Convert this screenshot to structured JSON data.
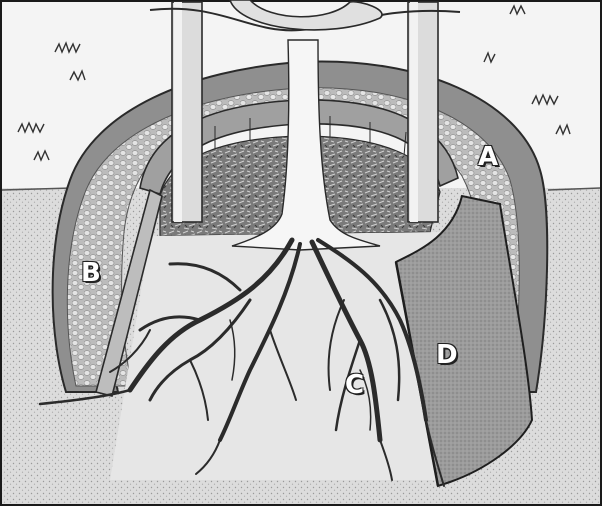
{
  "labels": {
    "a": "A",
    "b": "B",
    "c": "C",
    "d": "D"
  },
  "colors": {
    "frame": "#1a1a1a",
    "sky": "#f2f2f2",
    "soil": "#d9d9d9",
    "mound": "#9a9a9a",
    "gravel": "#cfcfcf",
    "mulch": "#6e6e6e",
    "root": "#2b2b2b",
    "barrier": "#8c8c8c"
  }
}
